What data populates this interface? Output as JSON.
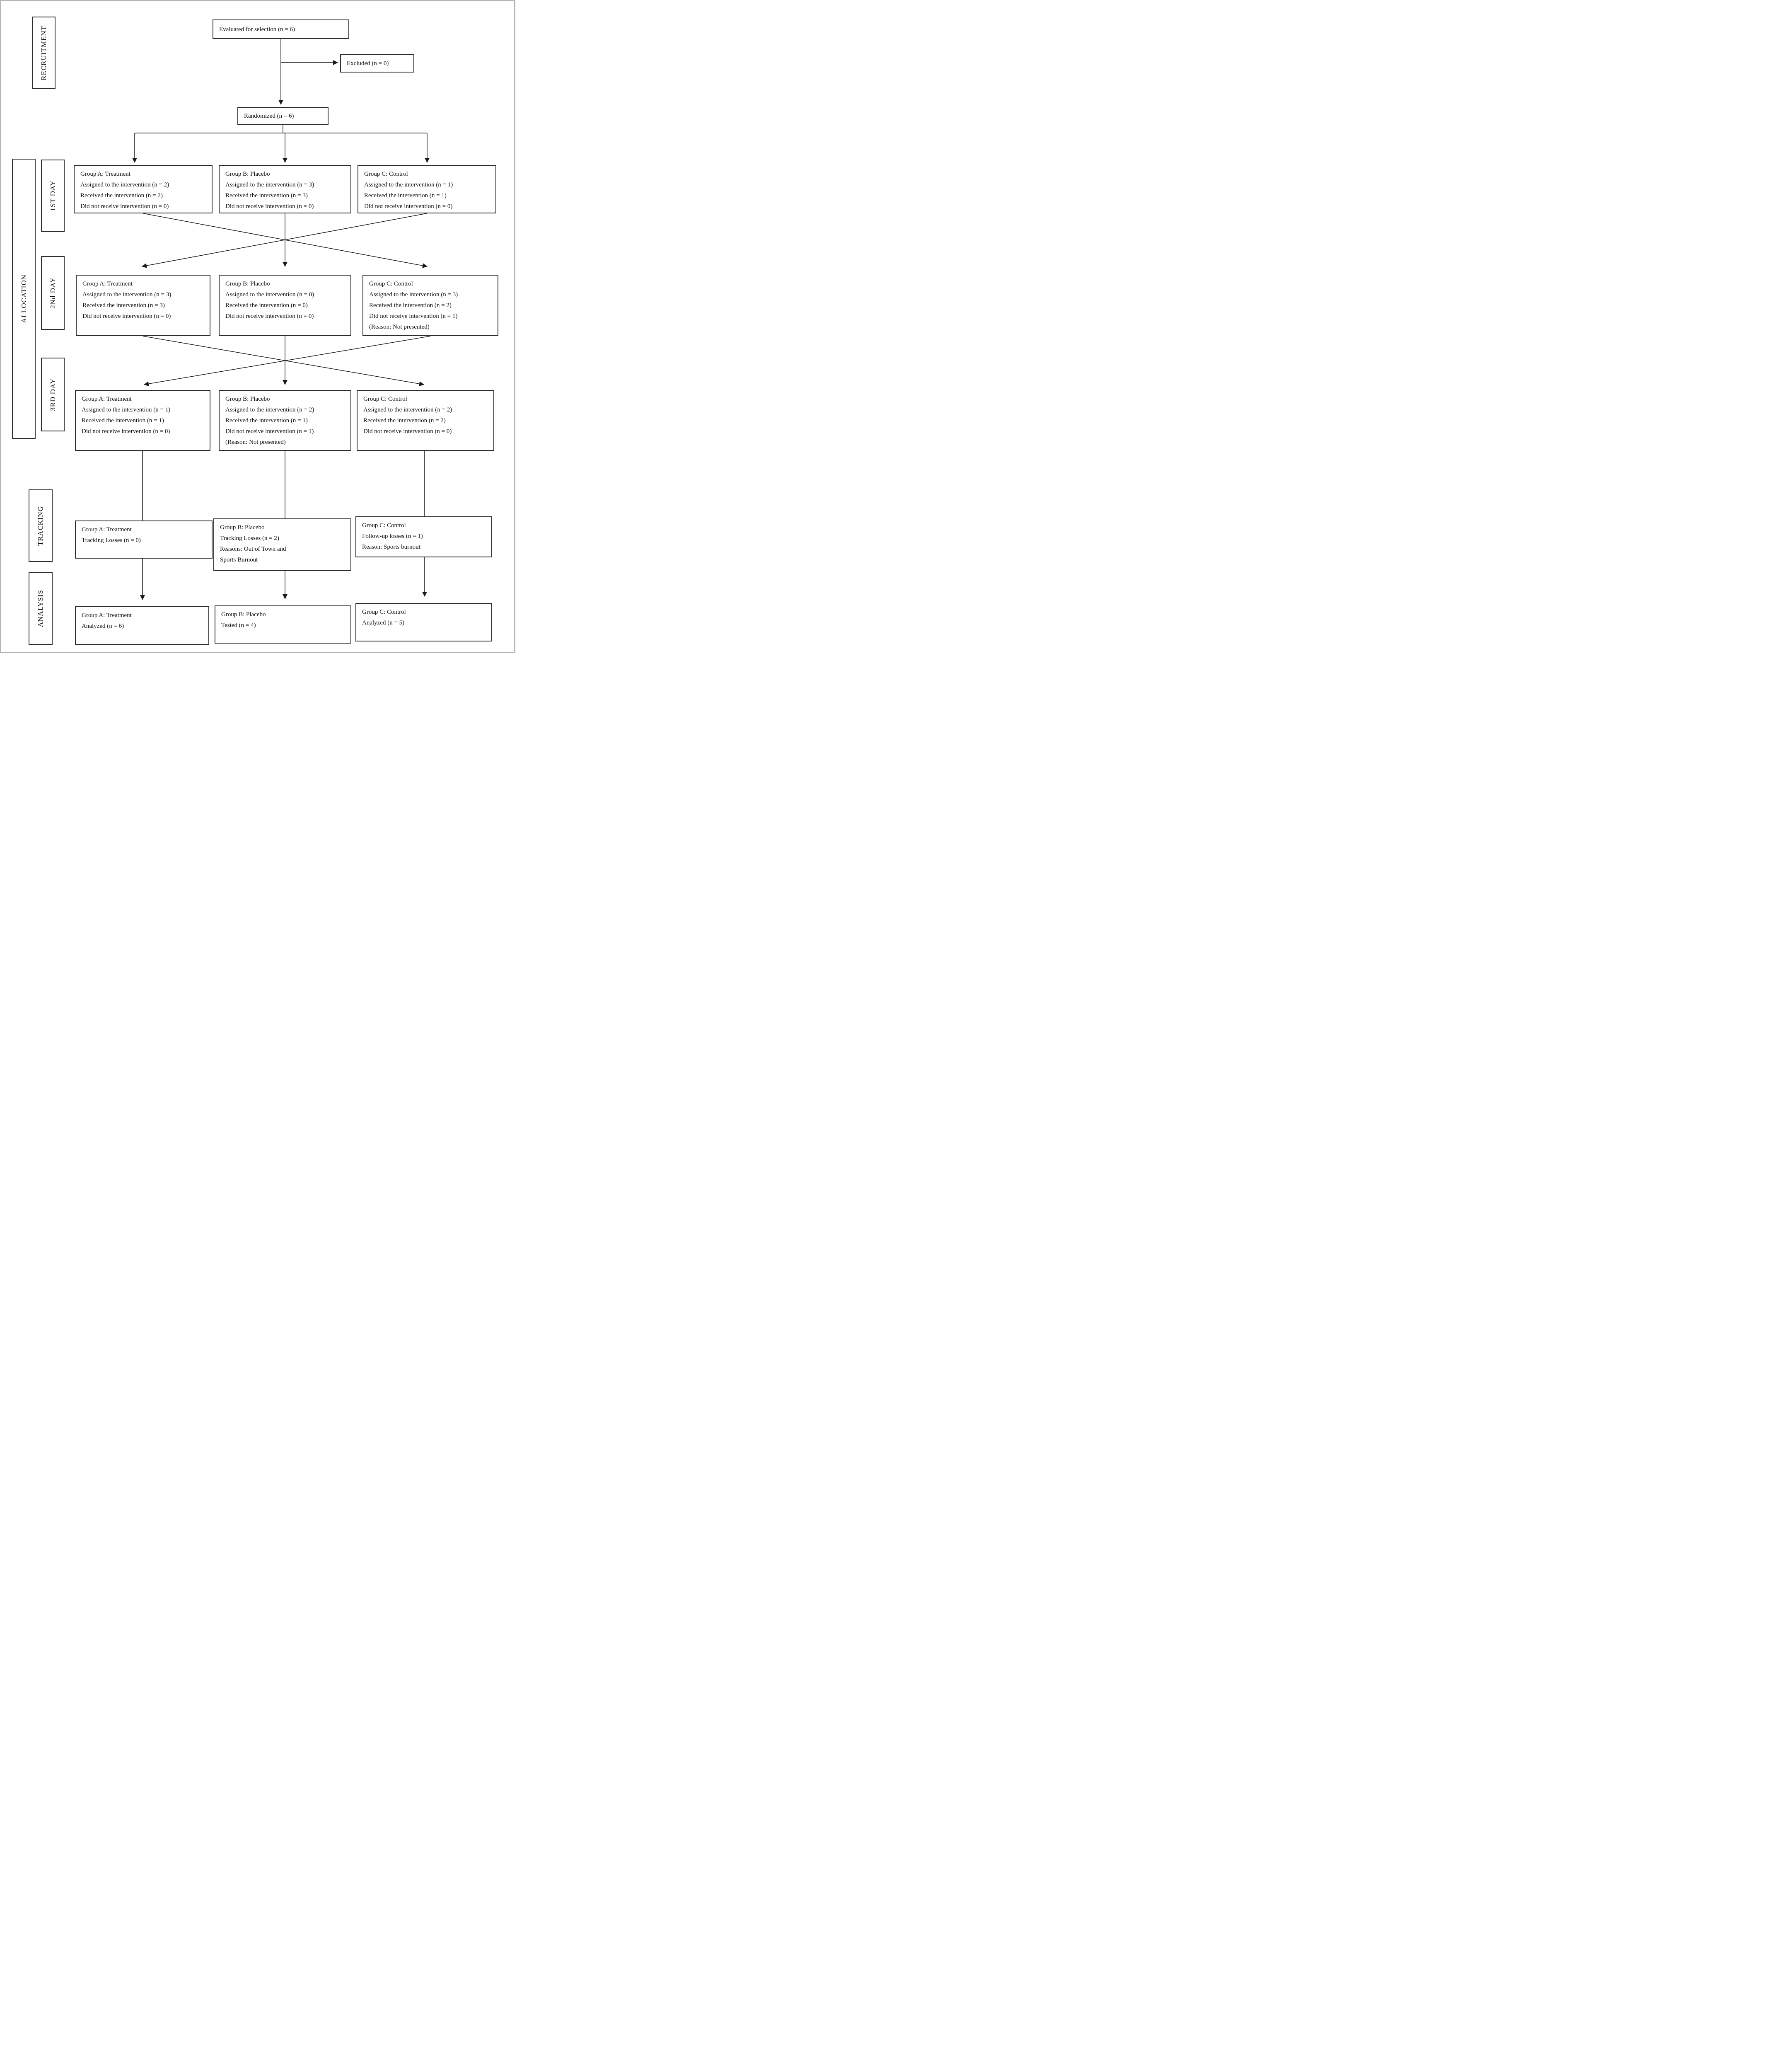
{
  "side_labels": {
    "recruitment": "RECRUITMENT",
    "allocation": "ALLOCATION",
    "day1": "1ST DAY",
    "day2": "2Nd DAY",
    "day3": "3RD DAY",
    "tracking": "TRACKING",
    "analysis": "ANALYSIS"
  },
  "boxes": {
    "evaluated": [
      "Evaluated for selection (n = 6)"
    ],
    "excluded": [
      "Excluded (n = 0)"
    ],
    "randomized": [
      "Randomized (n = 6)"
    ],
    "day1_a": [
      "Group A: Treatment",
      "Assigned to the intervention (n = 2)",
      "Received the intervention (n = 2)",
      "Did not receive intervention (n = 0)"
    ],
    "day1_b": [
      "Group B: Placebo",
      "Assigned to the intervention (n = 3)",
      "Received the intervention (n = 3)",
      "Did not receive intervention (n = 0)"
    ],
    "day1_c": [
      "Group C: Control",
      "Assigned to the intervention (n = 1)",
      "Received the intervention (n = 1)",
      "Did not receive intervention (n = 0)"
    ],
    "day2_a": [
      "Group A: Treatment",
      "Assigned to the intervention (n = 3)",
      "Received the intervention (n = 3)",
      "Did not receive intervention (n = 0)"
    ],
    "day2_b": [
      "Group B: Placebo",
      "Assigned to the intervention (n = 0)",
      "Received the intervention (n = 0)",
      "Did not receive intervention (n = 0)"
    ],
    "day2_c": [
      "Group C: Control",
      "Assigned to the intervention (n = 3)",
      "Received the intervention (n = 2)",
      "Did not receive intervention (n = 1)",
      "(Reason: Not presented)"
    ],
    "day3_a": [
      "Group A: Treatment",
      "Assigned to the intervention (n = 1)",
      "Received the intervention (n = 1)",
      "Did not receive intervention (n = 0)"
    ],
    "day3_b": [
      "Group B: Placebo",
      "Assigned to the intervention (n = 2)",
      "Received the intervention (n = 1)",
      "Did not receive intervention (n = 1)",
      "(Reason: Not presented)"
    ],
    "day3_c": [
      "Group C: Control",
      "Assigned to the intervention (n = 2)",
      "Received the intervention (n = 2)",
      "Did not receive intervention (n = 0)"
    ],
    "tracking_a": [
      "Group A: Treatment",
      "Tracking Losses (n = 0)"
    ],
    "tracking_b": [
      "Group B: Placebo",
      "Tracking Losses (n = 2)",
      "Reasons: Out of Town and",
      "Sports Burnout"
    ],
    "tracking_c": [
      "Group C: Control",
      "Follow-up losses (n = 1)",
      "Reason: Sports burnout"
    ],
    "analysis_a": [
      "Group A: Treatment",
      "Analyzed (n = 6)"
    ],
    "analysis_b": [
      "Group B: Placebo",
      "Tested (n = 4)"
    ],
    "analysis_c": [
      "Group C: Control",
      "Analyzed (n = 5)"
    ]
  },
  "colors": {
    "line": "#1a1a1a",
    "box_border": "#2e2e2e",
    "frame": "#b5b5b5",
    "background": "#ffffff"
  }
}
